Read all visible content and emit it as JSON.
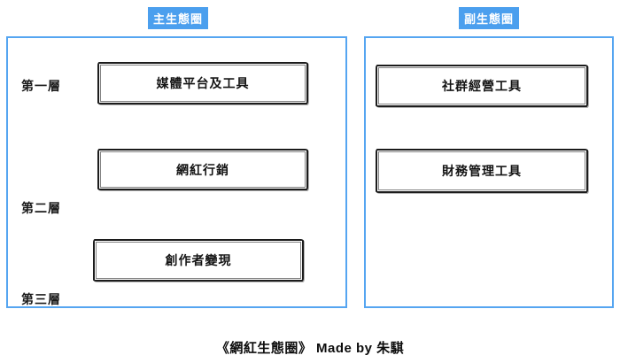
{
  "accent_color": "#4b9fee",
  "panel_border_color": "#55a5f1",
  "box_border_color": "#1c1c1c",
  "tabs": {
    "main": "主生態圈",
    "secondary": "副生態圈"
  },
  "main_panel": {
    "title": "主生態圈",
    "rows": [
      {
        "layer": "第一層",
        "box": "媒體平台及工具"
      },
      {
        "layer": "第二層",
        "box": "網紅行銷"
      },
      {
        "layer": "第三層",
        "box": "創作者變現"
      }
    ]
  },
  "secondary_panel": {
    "title": "副生態圈",
    "boxes": [
      {
        "label": "社群經營工具"
      },
      {
        "label": "財務管理工具"
      }
    ]
  },
  "caption": "《網紅生態圈》 Made by 朱騏"
}
